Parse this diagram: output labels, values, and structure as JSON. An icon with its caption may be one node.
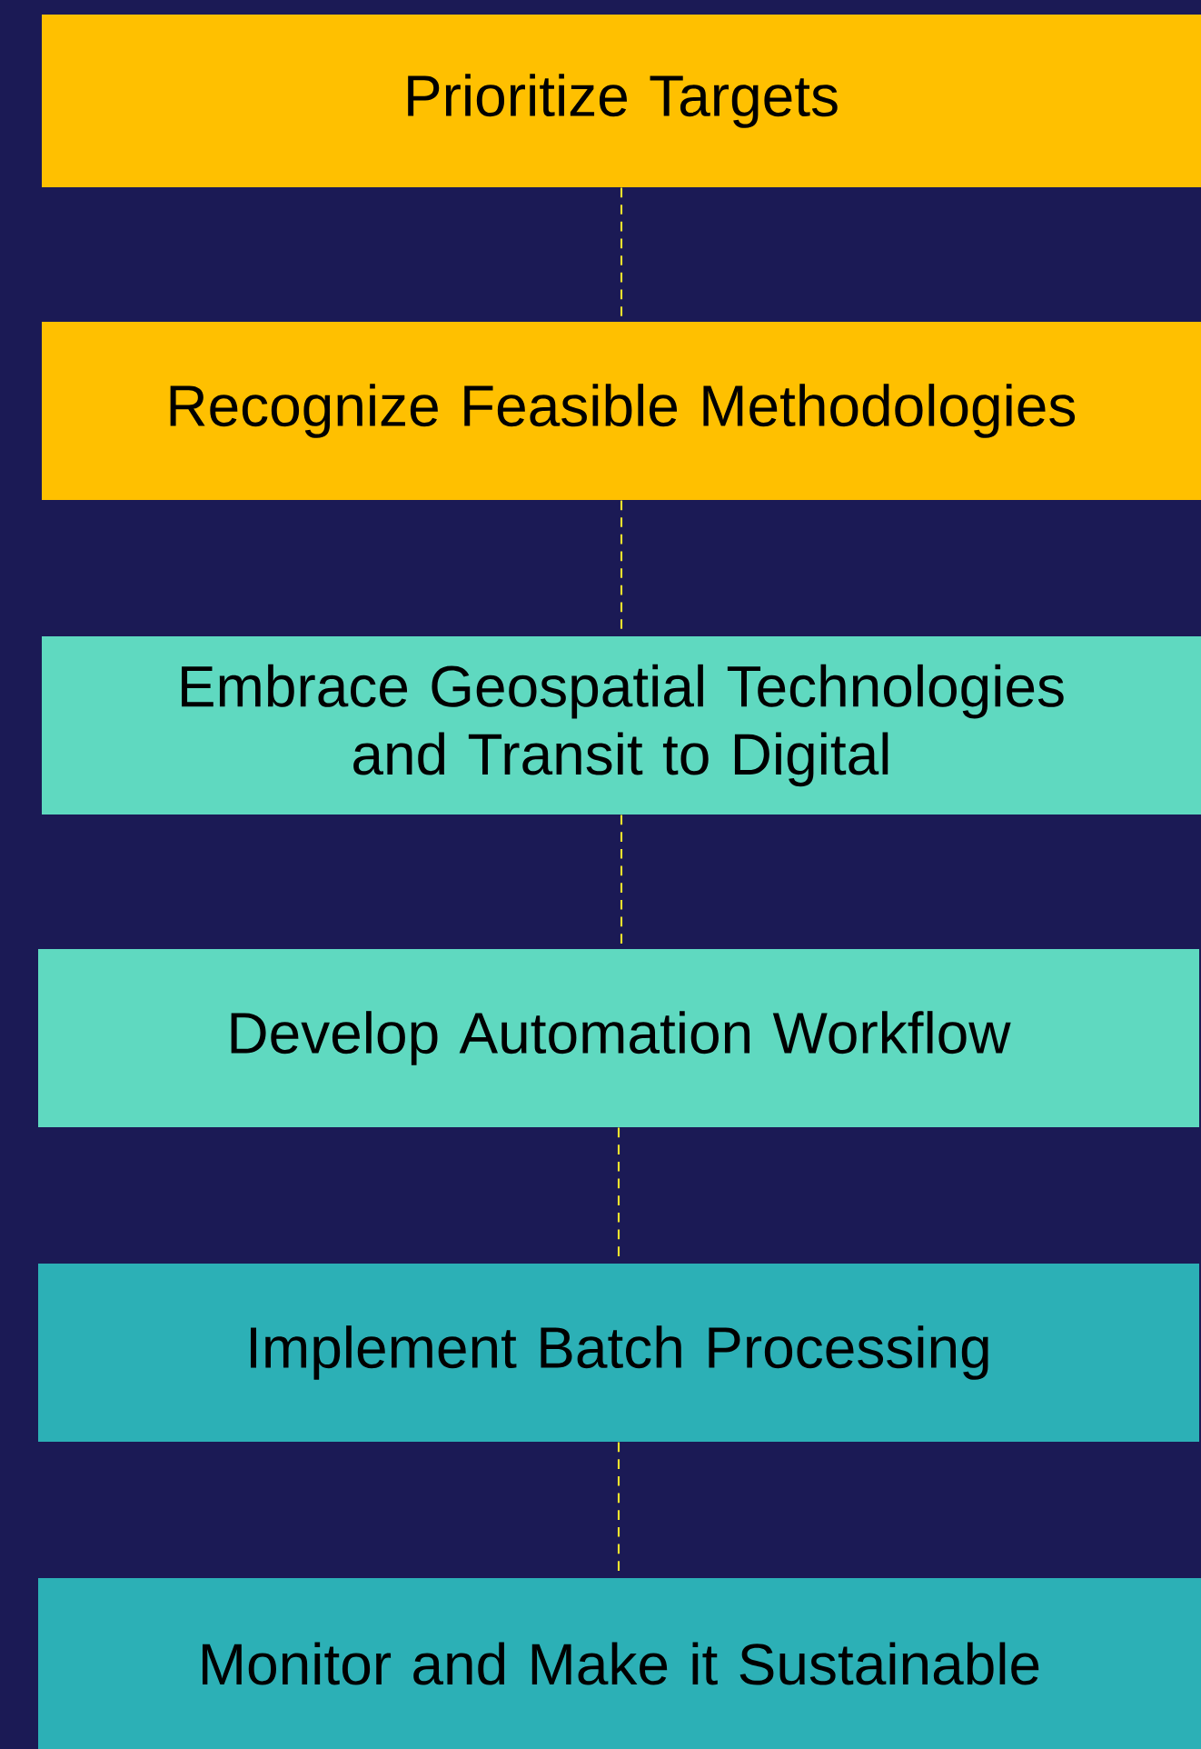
{
  "diagram": {
    "nodes": [
      {
        "text": [
          "Prioritize Targets"
        ]
      },
      {
        "text": [
          "Recognize Feasible Methodologies"
        ]
      },
      {
        "text": [
          "Embrace Geospatial Technologies and Transit to Digital"
        ]
      },
      {
        "text": [
          "Develop Automation Workflow"
        ]
      },
      {
        "text": [
          "Implement Batch Processing"
        ]
      },
      {
        "text": [
          "Monitor and Make it Sustainable"
        ]
      }
    ],
    "edges": [
      {
        "from": 0,
        "to": 1,
        "arrow": "none",
        "style": "dashed"
      },
      {
        "from": 1,
        "to": 2,
        "arrow": "none",
        "style": "dashed"
      },
      {
        "from": 2,
        "to": 3,
        "arrow": "none",
        "style": "dashed"
      },
      {
        "from": 3,
        "to": 4,
        "arrow": "none",
        "style": "dashed"
      },
      {
        "from": 4,
        "to": 5,
        "arrow": "none",
        "style": "dashed"
      }
    ]
  }
}
